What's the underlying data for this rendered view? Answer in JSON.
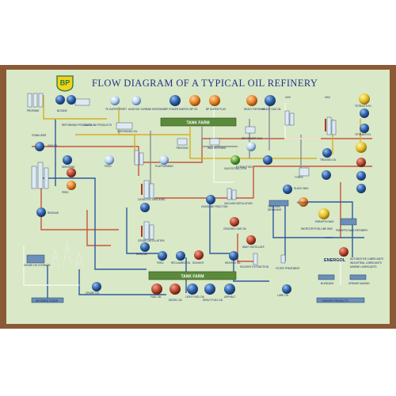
{
  "title": "FLOW DIAGRAM OF A TYPICAL OIL REFINERY",
  "logo_text": "BP",
  "colors": {
    "frame": "#8a5a36",
    "panel": "#d9e8c6",
    "title": "#27328a",
    "line_red": "#c8553d",
    "line_blue": "#2d5aa0",
    "line_yellow": "#d4b028",
    "line_grey": "#8a8f92",
    "line_white": "#f6f6ee"
  },
  "labels": {
    "propane": "PROPANE",
    "butane": "BUTANE",
    "reforming_products": "REFORMING PRODUCTS",
    "gasoline_products": "GASOLINE PRODUCTS",
    "te_super_spirit": "TE SUPER SPIRIT",
    "aviation_turbine_kerosine": "AVIATION TURBINE KEROSINE",
    "vaporising_oil": "VAPORISING OIL",
    "bp_power_energy": "BP POWER ENERGY",
    "bp_ss": "BP SS",
    "bp_super_plus": "BP SUPER PLUS",
    "heavy_refining": "HEAVY REFINING",
    "heavy_gas_oil": "HEAVY GAS OIL",
    "gas_top": "GAS",
    "gas_right": "GAS",
    "tank_farm_top": "TANK FARM",
    "tank_farm_bottom": "TANK FARM",
    "stabiliser": "STABILISER",
    "treating": "TREATING",
    "wax_refining": "WAX REFINING",
    "extraction": "EXTRACTION",
    "reformer_gas": "REFORMER GAS",
    "tetra_ethyl": "TETRA ETHYL",
    "tetraethyl": "TETRAETHYL",
    "gas_oil": "GAS OIL",
    "kerosine_left": "KEROSINE",
    "feed_left": "FEED",
    "feed_mid": "FEED",
    "platforming": "PLATFORMING",
    "residue_left": "RESIDUE",
    "gas_extraction": "GAS EXTRACTION",
    "treated_oil": "TREATED OIL",
    "slack_wax": "SLACK WAX",
    "crude_oil": "CRUDE OIL",
    "fuel_oil": "FUEL OIL",
    "diesel_oil": "DIESEL OIL",
    "light_fuel_oil": "LIGHT FUEL OIL",
    "heavy_fuel_oil": "HEAVY FUEL OIL",
    "asphalt": "ASPHALT",
    "bitumen": "BITUMEN",
    "lube_oil": "LUBE OIL",
    "finished_products": "FINISHED PRODUCTS",
    "incoming_crude": "INCOMING CRUDE",
    "energol": "ENERGOL",
    "automotive_lubricants": "AUTOMOTIVE LUBRICANTS",
    "industrial_lubricants": "INDUSTRIAL LUBRICANTS",
    "marine_lubricants": "MARINE LUBRICANTS",
    "paraffin_wax": "PARAFFIN WAX",
    "microcrystalline_wax": "MICROCRYSTALLINE WAX",
    "filter_treatment": "FILTER TREATMENT",
    "solvent_extraction": "SOLVENT EXTRACTION",
    "dewaxing": "DEWAXING",
    "vacuum_distillation": "VACUUM DISTILLATION",
    "catalytic_cracking": "CATALYTIC CRACKING",
    "crude_distillation": "CRUDE DISTILLATION",
    "gasoline_fraction": "GASOLINE FRACTION",
    "cracked_gas_oil": "CRACKED GAS OIL",
    "waxy_distillate": "WAXY DISTILLATE",
    "residue": "RESIDUE",
    "feed_left2": "FEED",
    "feed_lower": "FEED",
    "reclaimed_oil": "RECLAIMED OIL",
    "solvent": "SOLVENT",
    "heating_oil": "HEATING OIL",
    "blending": "BLENDING",
    "grease_making": "GREASE MAKING",
    "paraffin_wax_refinery": "PARAFFIN WAX REFINERY",
    "crude_oil_storage": "CRUDE OIL STORAGE",
    "tyres": "TYRES",
    "treating_bottom": "TREATING"
  }
}
